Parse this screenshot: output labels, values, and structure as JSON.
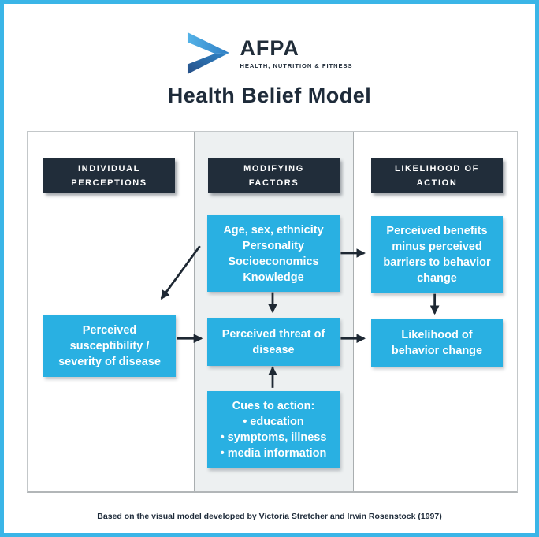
{
  "logo": {
    "name": "AFPA",
    "tagline": "HEALTH, NUTRITION & FITNESS",
    "icon": "chevron-right-logo",
    "colors": {
      "light_blue": "#54b3e8",
      "mid_blue": "#2f7ec4",
      "dark_blue": "#274f86",
      "navy": "#212d3a"
    }
  },
  "title": "Health Belief Model",
  "diagram": {
    "columns": [
      {
        "id": "individual-perceptions",
        "header": "INDIVIDUAL\nPERCEPTIONS"
      },
      {
        "id": "modifying-factors",
        "header": "MODIFYING\nFACTORS"
      },
      {
        "id": "likelihood-of-action",
        "header": "LIKELIHOOD OF\nACTION"
      }
    ],
    "boxes": {
      "modifying_factors": "Age, sex, ethnicity\nPersonality\nSocioeconomics\nKnowledge",
      "perceived_benefits": "Perceived benefits\nminus perceived\nbarriers to behavior\nchange",
      "perceived_susceptibility": "Perceived\nsusceptibility /\nseverity of disease",
      "perceived_threat": "Perceived threat of\ndisease",
      "likelihood_of_change": "Likelihood of\nbehavior change",
      "cues_to_action": "Cues to action:\n• education\n• symptoms, illness\n• media information"
    },
    "arrows": [
      {
        "from": "modifying-factors-box",
        "to": "perceived-susceptibility-box"
      },
      {
        "from": "modifying-factors-box",
        "to": "perceived-benefits-box"
      },
      {
        "from": "modifying-factors-box",
        "to": "perceived-threat-box"
      },
      {
        "from": "perceived-susceptibility-box",
        "to": "perceived-threat-box"
      },
      {
        "from": "perceived-threat-box",
        "to": "likelihood-of-change-box"
      },
      {
        "from": "cues-to-action-box",
        "to": "perceived-threat-box"
      },
      {
        "from": "perceived-benefits-box",
        "to": "likelihood-of-change-box"
      }
    ],
    "colors": {
      "box_blue": "#29b0e2",
      "header_dark": "#212d3a",
      "column_bg": "#edf0f1",
      "arrow": "#1e2833",
      "page_border": "#3ab5e7"
    }
  },
  "footer": "Based on the visual model developed by Victoria Stretcher and Irwin Rosenstock (1997)"
}
